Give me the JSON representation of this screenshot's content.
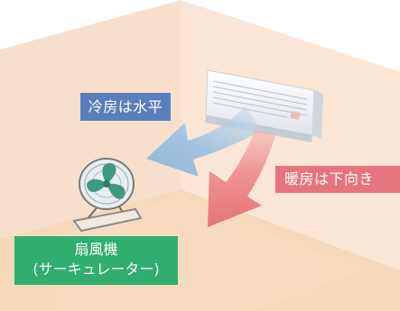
{
  "colors": {
    "wall_side": "#f8dfcc",
    "wall_back": "#fbe6d5",
    "floor": "#f7d8b8",
    "cool_arrow": "#9cc0dd",
    "warm_arrow": "#e9787a",
    "cool_label_bg": "#5a7fbd",
    "warm_label_bg": "#e6747c",
    "fan_label_bg": "#2fae6e",
    "fan_blade": "#3f9a80",
    "air_conditioner": "#eef1f4"
  },
  "icons": {
    "air_conditioner": "air-conditioner-icon",
    "fan": "fan-icon",
    "cool_arrow": "cool-air-arrow-icon",
    "warm_arrow": "warm-air-arrow-icon"
  },
  "labels": {
    "cooling": "冷房は水平",
    "heating": "暖房は下向き",
    "fan_line1": "扇風機",
    "fan_line2": "(サーキュレーター)"
  }
}
